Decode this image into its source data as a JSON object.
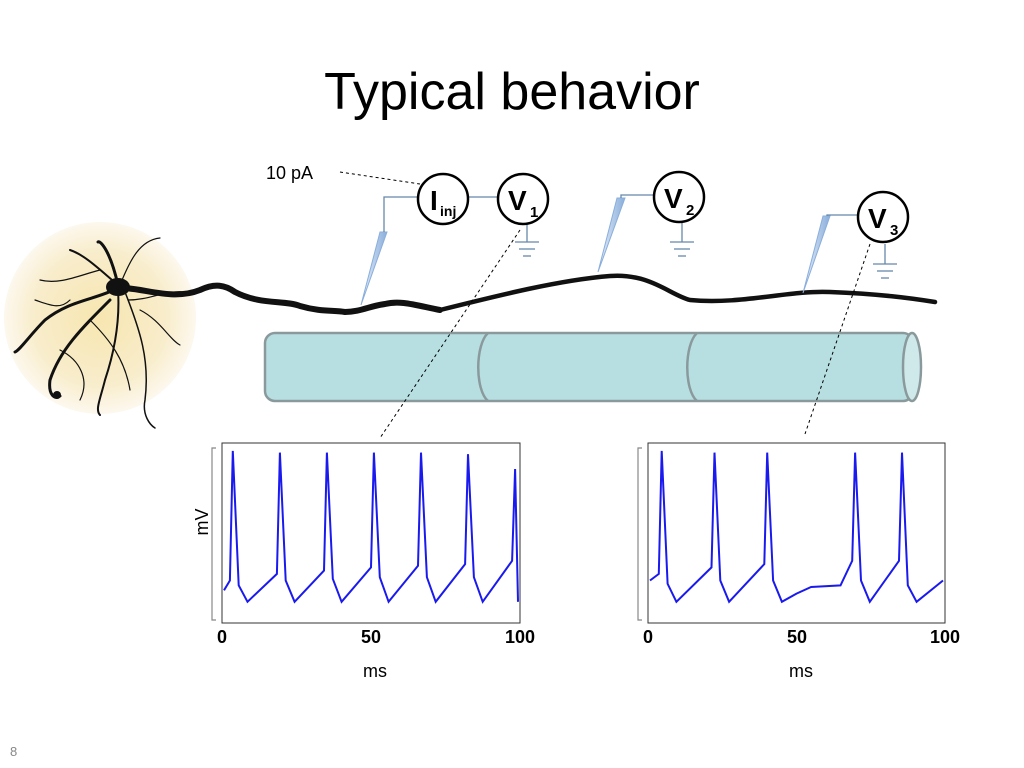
{
  "slide": {
    "title": "Typical behavior",
    "number": "8"
  },
  "stimulus": {
    "current_label": "10 pA",
    "electrode_label_main": "I",
    "electrode_label_sub": "inj"
  },
  "recording_sites": [
    {
      "main": "V",
      "sub": "1"
    },
    {
      "main": "V",
      "sub": "2"
    },
    {
      "main": "V",
      "sub": "3"
    }
  ],
  "colors": {
    "trace": "#1a1aee",
    "cable_fill": "#b7dfe1",
    "cable_stroke": "#8a9a9c",
    "electrode_line": "#6688aa",
    "neuron_glow": "#f3e0a8"
  },
  "chart_data": [
    {
      "type": "line",
      "title": "",
      "xlabel": "ms",
      "ylabel": "mV",
      "xlim": [
        0,
        100
      ],
      "xticks": [
        "0",
        "50",
        "100"
      ],
      "spike_times_ms": [
        3,
        18,
        34,
        50,
        66,
        82,
        98
      ],
      "x": [
        0,
        2,
        3,
        5,
        8,
        18,
        19,
        21,
        24,
        34,
        35,
        37,
        40,
        50,
        51,
        53,
        56,
        66,
        67,
        69,
        72,
        82,
        83,
        85,
        88,
        98,
        99,
        100
      ],
      "y": [
        0.12,
        0.18,
        0.97,
        0.15,
        0.05,
        0.22,
        0.96,
        0.18,
        0.05,
        0.24,
        0.96,
        0.19,
        0.05,
        0.26,
        0.96,
        0.2,
        0.05,
        0.27,
        0.96,
        0.2,
        0.05,
        0.28,
        0.95,
        0.2,
        0.05,
        0.3,
        0.86,
        0.05
      ]
    },
    {
      "type": "line",
      "title": "",
      "xlabel": "ms",
      "ylabel": "",
      "xlim": [
        0,
        100
      ],
      "xticks": [
        "0",
        "50",
        "100"
      ],
      "spike_times_ms": [
        4,
        22,
        40,
        70,
        86
      ],
      "x": [
        0,
        3,
        4,
        6,
        9,
        21,
        22,
        24,
        27,
        39,
        40,
        42,
        45,
        50,
        55,
        65,
        69,
        70,
        72,
        75,
        85,
        86,
        88,
        91,
        100
      ],
      "y": [
        0.18,
        0.22,
        0.97,
        0.16,
        0.05,
        0.26,
        0.96,
        0.18,
        0.05,
        0.28,
        0.96,
        0.18,
        0.05,
        0.1,
        0.14,
        0.15,
        0.3,
        0.96,
        0.18,
        0.05,
        0.3,
        0.96,
        0.15,
        0.05,
        0.18
      ]
    }
  ]
}
